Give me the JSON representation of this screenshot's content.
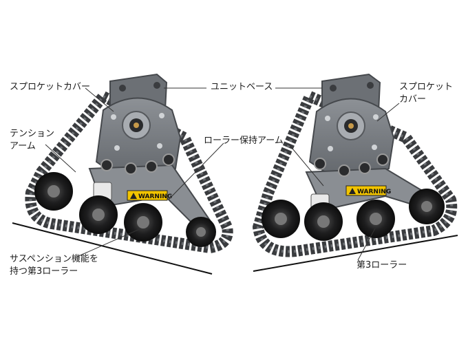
{
  "labels": {
    "left_sprocket_cover": "スプロケットカバー",
    "unit_base": "ユニットベース",
    "right_sprocket_cover": "スプロケット\nカバー",
    "tension_arm": "テンション\nアーム",
    "roller_holding_arm": "ローラー保持アーム",
    "suspension_third_roller": "サスペンション機能を\n持つ第3ローラー",
    "third_roller": "第3ローラー"
  },
  "warning_text": "WARNING",
  "colors": {
    "housing": "#7b7f84",
    "housing_dark": "#52565b",
    "track": "#3a3c3f",
    "roller": "#1b1b1c",
    "warning": "#f2c400"
  }
}
